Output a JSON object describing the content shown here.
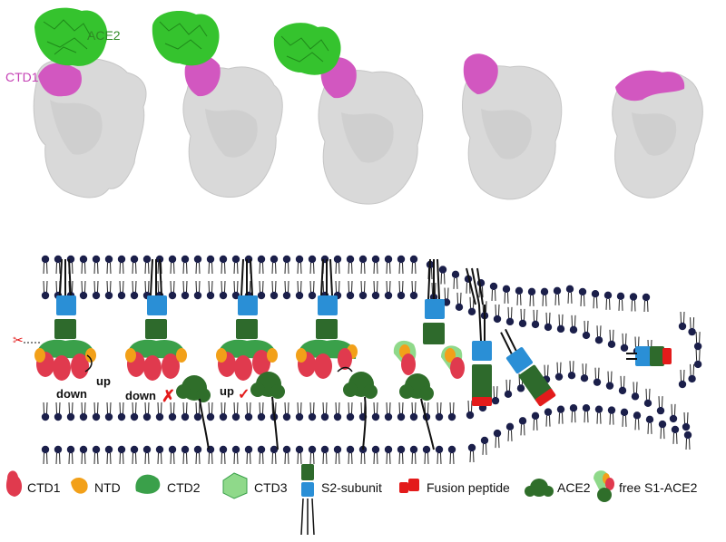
{
  "top_labels": {
    "ace2": "ACE2",
    "ctd1": "CTD1"
  },
  "state_labels": {
    "up": "up",
    "down": "down",
    "down_blocked": "down",
    "up_allowed": "up"
  },
  "legend": {
    "ctd1": "CTD1",
    "ntd": "NTD",
    "ctd2": "CTD2",
    "ctd3": "CTD3",
    "s2": "S2-subunit",
    "fusion": "Fusion peptide",
    "ace2": "ACE2",
    "free": "free S1-ACE2"
  },
  "colors": {
    "ace2_green": "#35c32e",
    "ctd1_magenta": "#d257c0",
    "density_gray": "#d9d9d9",
    "lipid_head": "#1b1f4a",
    "s2_blue": "#2a8fd6",
    "s2_darkgreen": "#2e6a2c",
    "ctd1_red": "#e03a4e",
    "ntd_orange": "#f2a019",
    "ctd2_green": "#3aa04a",
    "ctd3_lightgreen": "#8fd98a",
    "fusion_red": "#e31b1b",
    "ace2_dark": "#2f6e2a"
  },
  "icons": [
    "scissors-icon",
    "cross-mark-icon",
    "check-mark-icon"
  ]
}
